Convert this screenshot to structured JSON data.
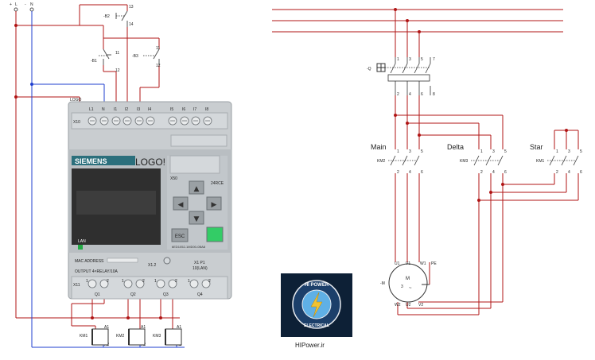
{
  "supply": {
    "l_label": "L",
    "l_marker": "+",
    "n_label": "N",
    "n_marker": "-"
  },
  "control_switches": [
    {
      "tag": "-B2",
      "term_top": "13",
      "term_bot": "14"
    },
    {
      "tag": "-B1",
      "term_top": "11",
      "term_bot": "12"
    },
    {
      "tag": "-B3",
      "term_top": "11",
      "term_bot": "12"
    }
  ],
  "logo": {
    "label": "LOGO",
    "brand": "SIEMENS",
    "model_text": "LOGO!",
    "voltage": "24RCE",
    "part_number": "6ED1052-1MD00-0BA8",
    "lan": "LAN",
    "mac": "MAC ADDRESS",
    "output_desc": "OUTPUT 4×RELAY/10A",
    "x10": "X10",
    "x11": "X11",
    "x12": "X1.2",
    "x1p1": "X1 P1",
    "x1p1_sub": "10(LAN)",
    "x50": "X50",
    "esc_label": "ESC",
    "inputs": [
      "L1",
      "N",
      "I1",
      "I2",
      "I3",
      "I4",
      "I5",
      "I6",
      "I7",
      "I8"
    ],
    "outputs": [
      "Q1",
      "Q2",
      "Q3",
      "Q4"
    ],
    "output_term_a": "1",
    "output_term_b": "2"
  },
  "coils": [
    {
      "name": "KM1",
      "a1": "A1",
      "a2": "A2"
    },
    {
      "name": "KM2",
      "a1": "A1",
      "a2": "A2"
    },
    {
      "name": "KM3",
      "a1": "A1",
      "a2": "A2"
    }
  ],
  "power": {
    "breaker_tag": "-Q",
    "breaker_top_terms": [
      "1",
      "3",
      "5",
      "7"
    ],
    "breaker_bot_terms": [
      "2",
      "4",
      "6",
      "8"
    ],
    "contactors": [
      {
        "title": "Main",
        "tag": "KM2",
        "top_terms": [
          "1",
          "3",
          "5"
        ],
        "bot_terms": [
          "2",
          "4",
          "6"
        ]
      },
      {
        "title": "Delta",
        "tag": "KM3",
        "top_terms": [
          "1",
          "3",
          "5"
        ],
        "bot_terms": [
          "2",
          "4",
          "6"
        ]
      },
      {
        "title": "Star",
        "tag": "KM1",
        "top_terms": [
          "1",
          "3",
          "5"
        ],
        "bot_terms": [
          "2",
          "4",
          "6"
        ]
      }
    ],
    "motor": {
      "tag": "-M",
      "letter": "M",
      "phase": "3",
      "ac": "~",
      "terms_top": [
        "U1",
        "V1",
        "W1",
        "PE"
      ],
      "terms_bot": [
        "W2",
        "U2",
        "V2"
      ]
    }
  },
  "brand": {
    "caption": "HIPower.ir",
    "logo_top": "HI POWER",
    "logo_bottom": "ELECTRICAL"
  },
  "colors": {
    "wire_red": "#b01515",
    "wire_blue": "#1f3fcf",
    "logo_grey": "#c9cdd0",
    "display_dark": "#2f2f2f",
    "button_green": "#33cc66",
    "accent_teal": "#2b6f7c"
  }
}
